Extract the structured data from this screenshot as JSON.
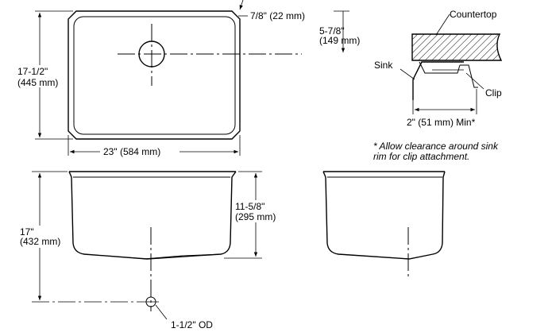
{
  "top_view": {
    "height_label_1": "17-1/2\"",
    "height_label_2": "(445 mm)",
    "width_label": "23\" (584 mm)",
    "rim_label": "7/8\" (22 mm)",
    "drain_offset_label_1": "5-7/8\"",
    "drain_offset_label_2": "(149 mm)"
  },
  "front_view": {
    "overall_depth_label_1": "17\"",
    "overall_depth_label_2": "(432 mm)",
    "bowl_depth_label_1": "11-5/8\"",
    "bowl_depth_label_2": "(295 mm)",
    "drain_label": "1-1/2\" OD"
  },
  "section_detail": {
    "countertop_label": "Countertop",
    "sink_label": "Sink",
    "clip_label": "Clip",
    "clearance_label": "2\" (51 mm) Min*"
  },
  "footnote": {
    "line_1": "* Allow clearance around sink",
    "line_2": "rim for clip attachment."
  }
}
